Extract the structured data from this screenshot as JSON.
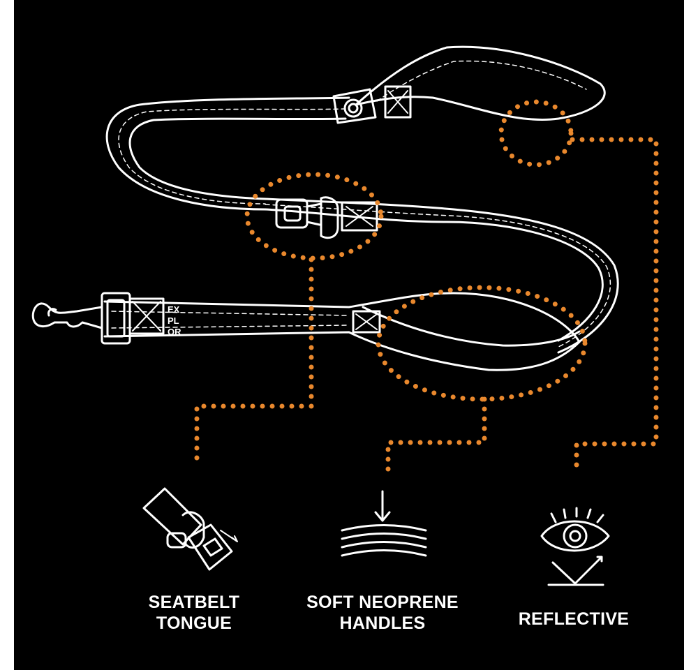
{
  "colors": {
    "background": "#000000",
    "outline": "#ffffff",
    "accent_dots": "#e9882d"
  },
  "leash_tag": [
    "EX",
    "PL",
    "OR"
  ],
  "features": [
    {
      "icon": "seatbelt-tongue-icon",
      "lines": [
        "SEATBELT",
        "TONGUE"
      ]
    },
    {
      "icon": "soft-handle-icon",
      "lines": [
        "SOFT NEOPRENE",
        "HANDLES"
      ]
    },
    {
      "icon": "reflective-eye-icon",
      "lines": [
        "REFLECTIVE"
      ]
    }
  ]
}
